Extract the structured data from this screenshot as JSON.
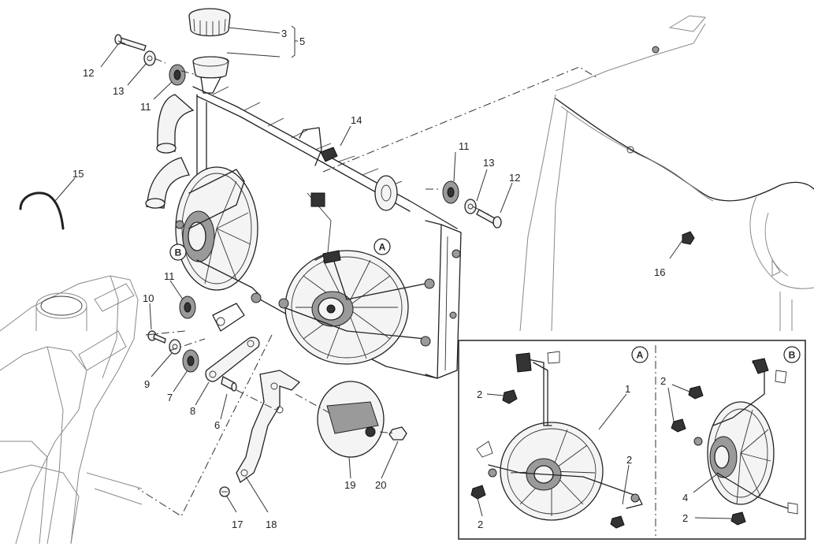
{
  "diagram": {
    "part_labels": [
      "1",
      "2",
      "3",
      "4",
      "5",
      "6",
      "7",
      "8",
      "9",
      "10",
      "11",
      "12",
      "13",
      "14",
      "15",
      "16",
      "17",
      "18",
      "19",
      "20"
    ],
    "view_labels": {
      "a": "A",
      "b": "B"
    },
    "inset": {
      "left_view": "A",
      "right_view": "B",
      "left_labels": [
        "2",
        "1",
        "2",
        "2"
      ],
      "right_labels": [
        "2",
        "4",
        "2"
      ]
    }
  }
}
